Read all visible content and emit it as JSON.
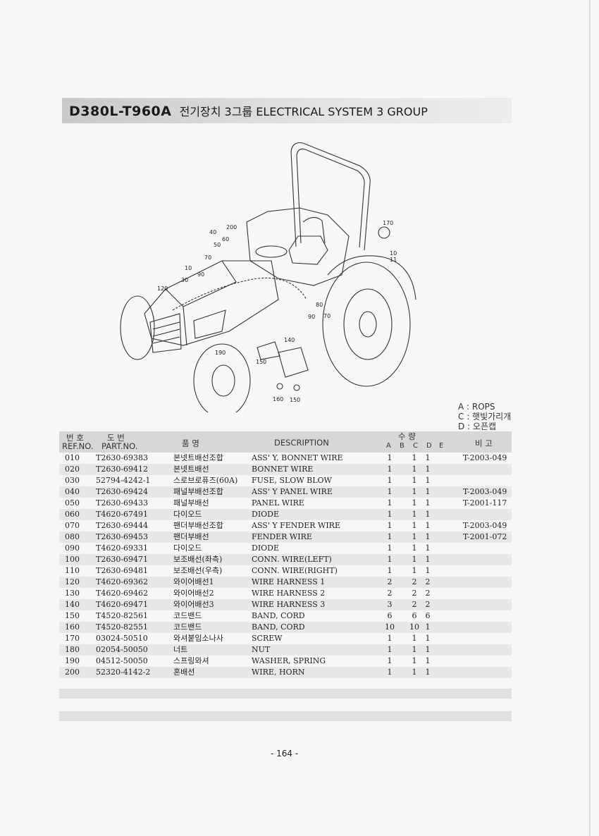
{
  "header": {
    "model_code": "D380L-T960A",
    "title_korean": "전기장치 3그룹",
    "title_english": "ELECTRICAL SYSTEM 3 GROUP"
  },
  "diagram": {
    "callouts": [
      "200",
      "40",
      "50",
      "60",
      "170",
      "10",
      "11",
      "70",
      "90",
      "30",
      "120",
      "80",
      "90",
      "70",
      "140",
      "190",
      "150",
      "160",
      "150",
      "10"
    ]
  },
  "legend": {
    "a": "A : ROPS",
    "c": "C : 햇빛가리개",
    "d": "D : 오픈캡"
  },
  "table": {
    "headers": {
      "ref_ko": "번 호",
      "ref_en": "REF.NO.",
      "part_ko": "도 번",
      "part_en": "PART.NO.",
      "name_ko": "품 명",
      "desc": "DESCRIPTION",
      "qty_ko": "수 량",
      "qty_a": "A",
      "qty_b": "B",
      "qty_c": "C",
      "qty_d": "D",
      "qty_e": "E",
      "remark_ko": "비 고"
    },
    "rows": [
      {
        "ref": "010",
        "part": "T2630-69383",
        "name": "본넷트배선조합",
        "desc": "ASS' Y, BONNET WIRE",
        "a": "1",
        "c": "1",
        "d": "1",
        "remark": "T-2003-049"
      },
      {
        "ref": "020",
        "part": "T2630-69412",
        "name": "본넷트배선",
        "desc": "BONNET WIRE",
        "a": "1",
        "c": "1",
        "d": "1",
        "remark": ""
      },
      {
        "ref": "030",
        "part": "52794-4242-1",
        "name": "스로브로퓨즈(60A)",
        "desc": "FUSE, SLOW BLOW",
        "a": "1",
        "c": "1",
        "d": "1",
        "remark": ""
      },
      {
        "ref": "040",
        "part": "T2630-69424",
        "name": "패널부배선조합",
        "desc": "ASS' Y PANEL WIRE",
        "a": "1",
        "c": "1",
        "d": "1",
        "remark": "T-2003-049"
      },
      {
        "ref": "050",
        "part": "T2630-69433",
        "name": "패널부배선",
        "desc": "PANEL WIRE",
        "a": "1",
        "c": "1",
        "d": "1",
        "remark": "T-2001-117"
      },
      {
        "ref": "060",
        "part": "T4620-67491",
        "name": "다이오드",
        "desc": "DIODE",
        "a": "1",
        "c": "1",
        "d": "1",
        "remark": ""
      },
      {
        "ref": "070",
        "part": "T2630-69444",
        "name": "팬더부배선조합",
        "desc": "ASS' Y FENDER WIRE",
        "a": "1",
        "c": "1",
        "d": "1",
        "remark": "T-2003-049"
      },
      {
        "ref": "080",
        "part": "T2630-69453",
        "name": "팬더부배선",
        "desc": "FENDER WIRE",
        "a": "1",
        "c": "1",
        "d": "1",
        "remark": "T-2001-072"
      },
      {
        "ref": "090",
        "part": "T4620-69331",
        "name": "다이오드",
        "desc": "DIODE",
        "a": "1",
        "c": "1",
        "d": "1",
        "remark": ""
      },
      {
        "ref": "100",
        "part": "T2630-69471",
        "name": "보조배선(좌측)",
        "desc": "CONN. WIRE(LEFT)",
        "a": "1",
        "c": "1",
        "d": "1",
        "remark": ""
      },
      {
        "ref": "110",
        "part": "T2630-69481",
        "name": "보조배선(우측)",
        "desc": "CONN. WIRE(RIGHT)",
        "a": "1",
        "c": "1",
        "d": "1",
        "remark": ""
      },
      {
        "ref": "120",
        "part": "T4620-69362",
        "name": "와이어배선1",
        "desc": "WIRE HARNESS 1",
        "a": "2",
        "c": "2",
        "d": "2",
        "remark": ""
      },
      {
        "ref": "130",
        "part": "T4620-69462",
        "name": "와이어배선2",
        "desc": "WIRE HARNESS 2",
        "a": "2",
        "c": "2",
        "d": "2",
        "remark": ""
      },
      {
        "ref": "140",
        "part": "T4620-69471",
        "name": "와이어배선3",
        "desc": "WIRE HARNESS 3",
        "a": "3",
        "c": "2",
        "d": "2",
        "remark": ""
      },
      {
        "ref": "150",
        "part": "T4520-82561",
        "name": "코드밴드",
        "desc": "BAND, CORD",
        "a": "6",
        "c": "6",
        "d": "6",
        "remark": ""
      },
      {
        "ref": "160",
        "part": "T4520-82551",
        "name": "코드밴드",
        "desc": "BAND, CORD",
        "a": "10",
        "c": "10",
        "d": "1",
        "remark": ""
      },
      {
        "ref": "170",
        "part": "03024-50510",
        "name": "와셔붙임소나사",
        "desc": "SCREW",
        "a": "1",
        "c": "1",
        "d": "1",
        "remark": ""
      },
      {
        "ref": "180",
        "part": "02054-50050",
        "name": "너트",
        "desc": "NUT",
        "a": "1",
        "c": "1",
        "d": "1",
        "remark": ""
      },
      {
        "ref": "190",
        "part": "04512-50050",
        "name": "스프링와셔",
        "desc": "WASHER, SPRING",
        "a": "1",
        "c": "1",
        "d": "1",
        "remark": ""
      },
      {
        "ref": "200",
        "part": "52320-4142-2",
        "name": "혼배선",
        "desc": "WIRE, HORN",
        "a": "1",
        "c": "1",
        "d": "1",
        "remark": ""
      }
    ]
  },
  "footer": {
    "page_number": "- 164 -"
  }
}
